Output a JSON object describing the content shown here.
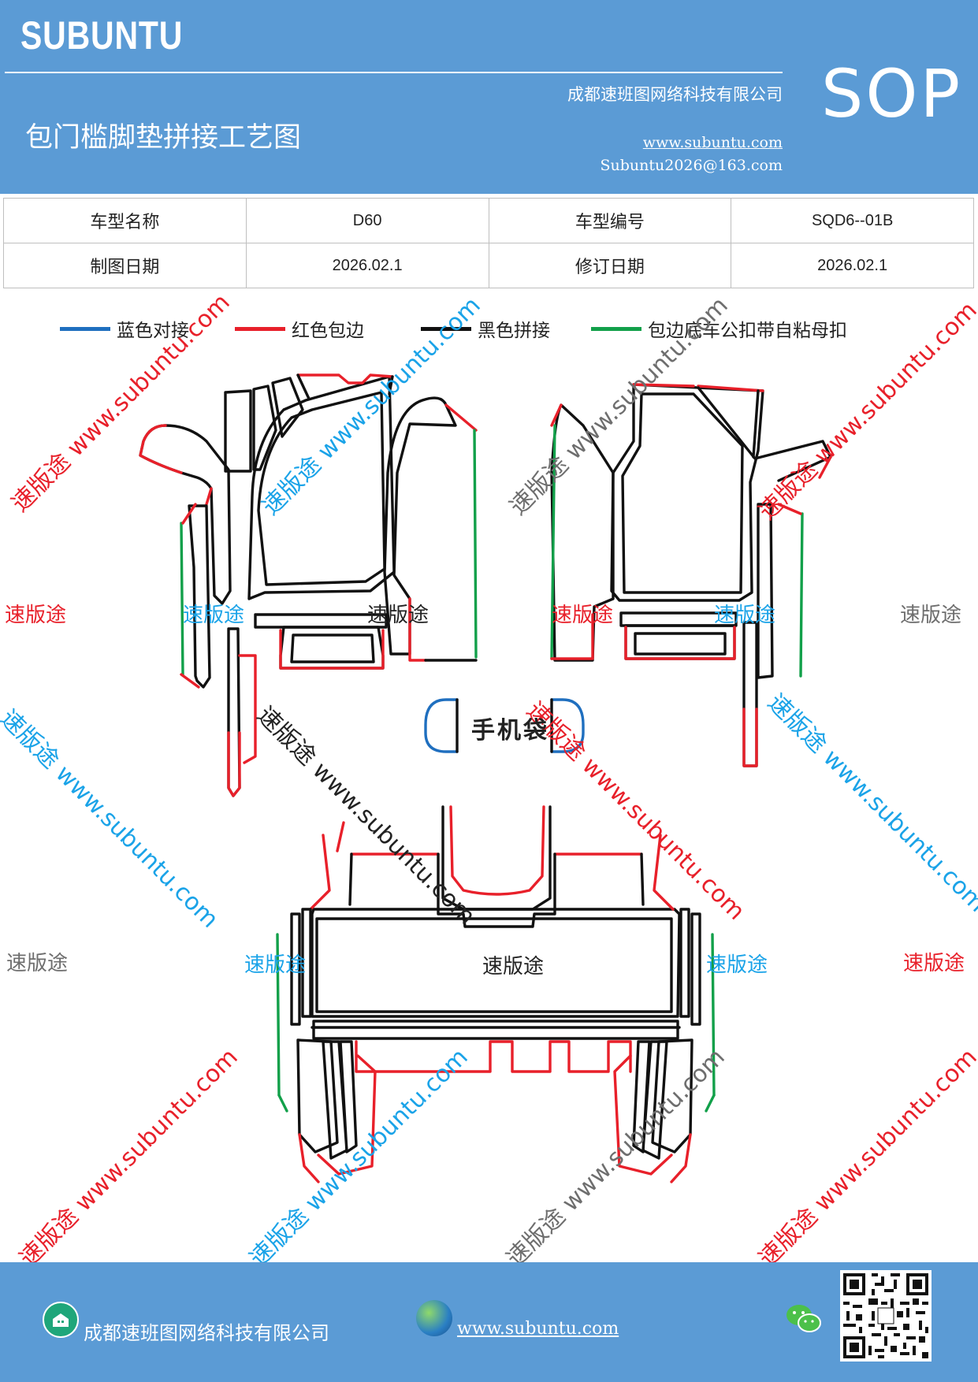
{
  "header": {
    "brand": "SUBUNTU",
    "company": "成都速班图网络科技有限公司",
    "title": "包门槛脚垫拼接工艺图",
    "website": "www.subuntu.com",
    "email": "Subuntu2026@163.com",
    "doc_type": "SOP"
  },
  "info_table": {
    "rows": [
      {
        "label1": "车型名称",
        "value1": "D60",
        "label2": "车型编号",
        "value2": "SQD6--01B"
      },
      {
        "label1": "制图日期",
        "value1": "2026.02.1",
        "label2": "修订日期",
        "value2": "2026.02.1"
      }
    ]
  },
  "legend": [
    {
      "label": "蓝色对接",
      "color": "#1f6fbf"
    },
    {
      "label": "红色包边",
      "color": "#e8202a"
    },
    {
      "label": "黑色拼接",
      "color": "#111111"
    },
    {
      "label": "包边底车公扣带自粘母扣",
      "color": "#12a04a"
    }
  ],
  "drawing": {
    "phone_bag_label": "手机袋",
    "watermark_brand": "速版途",
    "watermark_url": "www.subuntu.com",
    "colors": {
      "red": "#e8202a",
      "green": "#12a04a",
      "black": "#111111",
      "blue": "#1f6fbf",
      "wm_red": "#e8202a",
      "wm_blue": "#1aa3e8",
      "wm_gray": "#6e6e6e"
    }
  },
  "footer": {
    "company": "成都速班图网络科技有限公司",
    "website": "www.subuntu.com"
  },
  "icons": [
    "building-icon",
    "globe-icon",
    "wechat-icon",
    "qr-code"
  ]
}
